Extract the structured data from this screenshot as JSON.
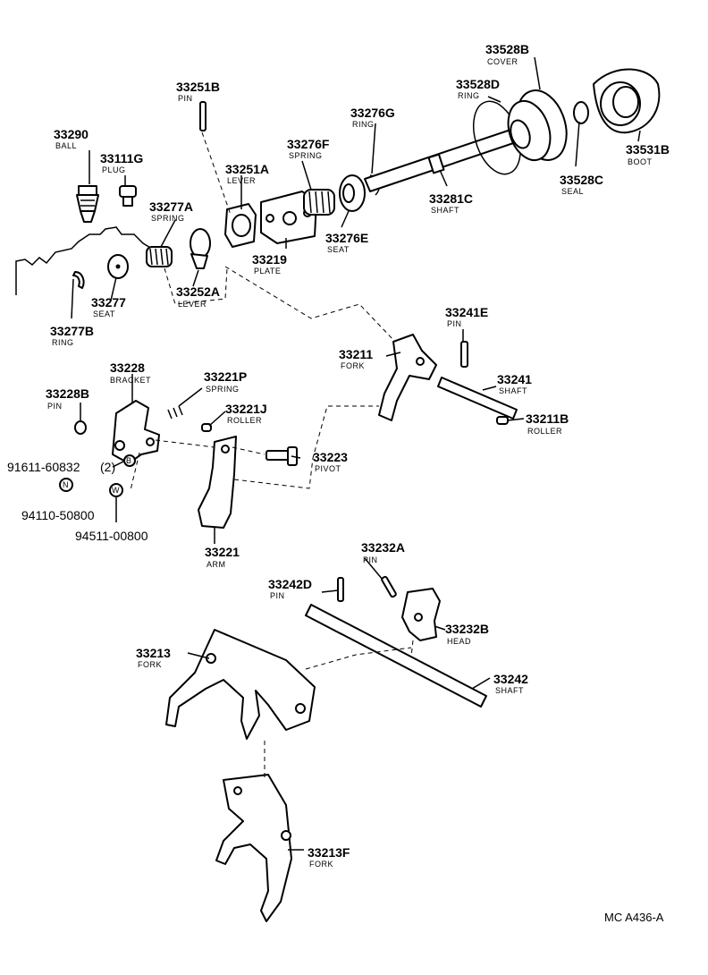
{
  "labels": {
    "p33528B": {
      "num": "33528B",
      "name": "COVER"
    },
    "p33528D": {
      "num": "33528D",
      "name": "RING"
    },
    "p33251B": {
      "num": "33251B",
      "name": "PIN"
    },
    "p33276G": {
      "num": "33276G",
      "name": "RING"
    },
    "p33290": {
      "num": "33290",
      "name": "BALL"
    },
    "p33111G": {
      "num": "33111G",
      "name": "PLUG"
    },
    "p33276F": {
      "num": "33276F",
      "name": "SPRING"
    },
    "p33251A": {
      "num": "33251A",
      "name": "LEVER"
    },
    "p33531B": {
      "num": "33531B",
      "name": "BOOT"
    },
    "p33528C": {
      "num": "33528C",
      "name": "SEAL"
    },
    "p33281C": {
      "num": "33281C",
      "name": "SHAFT"
    },
    "p33277A": {
      "num": "33277A",
      "name": "SPRING"
    },
    "p33276E": {
      "num": "33276E",
      "name": "SEAT"
    },
    "p33219": {
      "num": "33219",
      "name": "PLATE"
    },
    "p33277": {
      "num": "33277",
      "name": "SEAT"
    },
    "p33252A": {
      "num": "33252A",
      "name": "LEVER"
    },
    "p33277B": {
      "num": "33277B",
      "name": "RING"
    },
    "p33241E": {
      "num": "33241E",
      "name": "PIN"
    },
    "p33211": {
      "num": "33211",
      "name": "FORK"
    },
    "p33228": {
      "num": "33228",
      "name": "BRACKET"
    },
    "p33221P": {
      "num": "33221P",
      "name": "SPRING"
    },
    "p33241": {
      "num": "33241",
      "name": "SHAFT"
    },
    "p33228B": {
      "num": "33228B",
      "name": "PIN"
    },
    "p33221J": {
      "num": "33221J",
      "name": "ROLLER"
    },
    "p33211B": {
      "num": "33211B",
      "name": "ROLLER"
    },
    "p33223": {
      "num": "33223",
      "name": "PIVOT"
    },
    "p33221": {
      "num": "33221",
      "name": "ARM"
    },
    "p33232A": {
      "num": "33232A",
      "name": "PIN"
    },
    "p33242D": {
      "num": "33242D",
      "name": "PIN"
    },
    "p33232B": {
      "num": "33232B",
      "name": "HEAD"
    },
    "p33213": {
      "num": "33213",
      "name": "FORK"
    },
    "p33242": {
      "num": "33242",
      "name": "SHAFT"
    },
    "p33213F": {
      "num": "33213F",
      "name": "FORK"
    }
  },
  "hardware": {
    "bolt": {
      "num": "91611-60832",
      "qty": "(2)",
      "symbol": "B"
    },
    "nut": {
      "num": "94110-50800",
      "symbol": "N"
    },
    "washer": {
      "num": "94511-00800",
      "symbol": "W"
    }
  },
  "footer_code": "MC A436-A"
}
